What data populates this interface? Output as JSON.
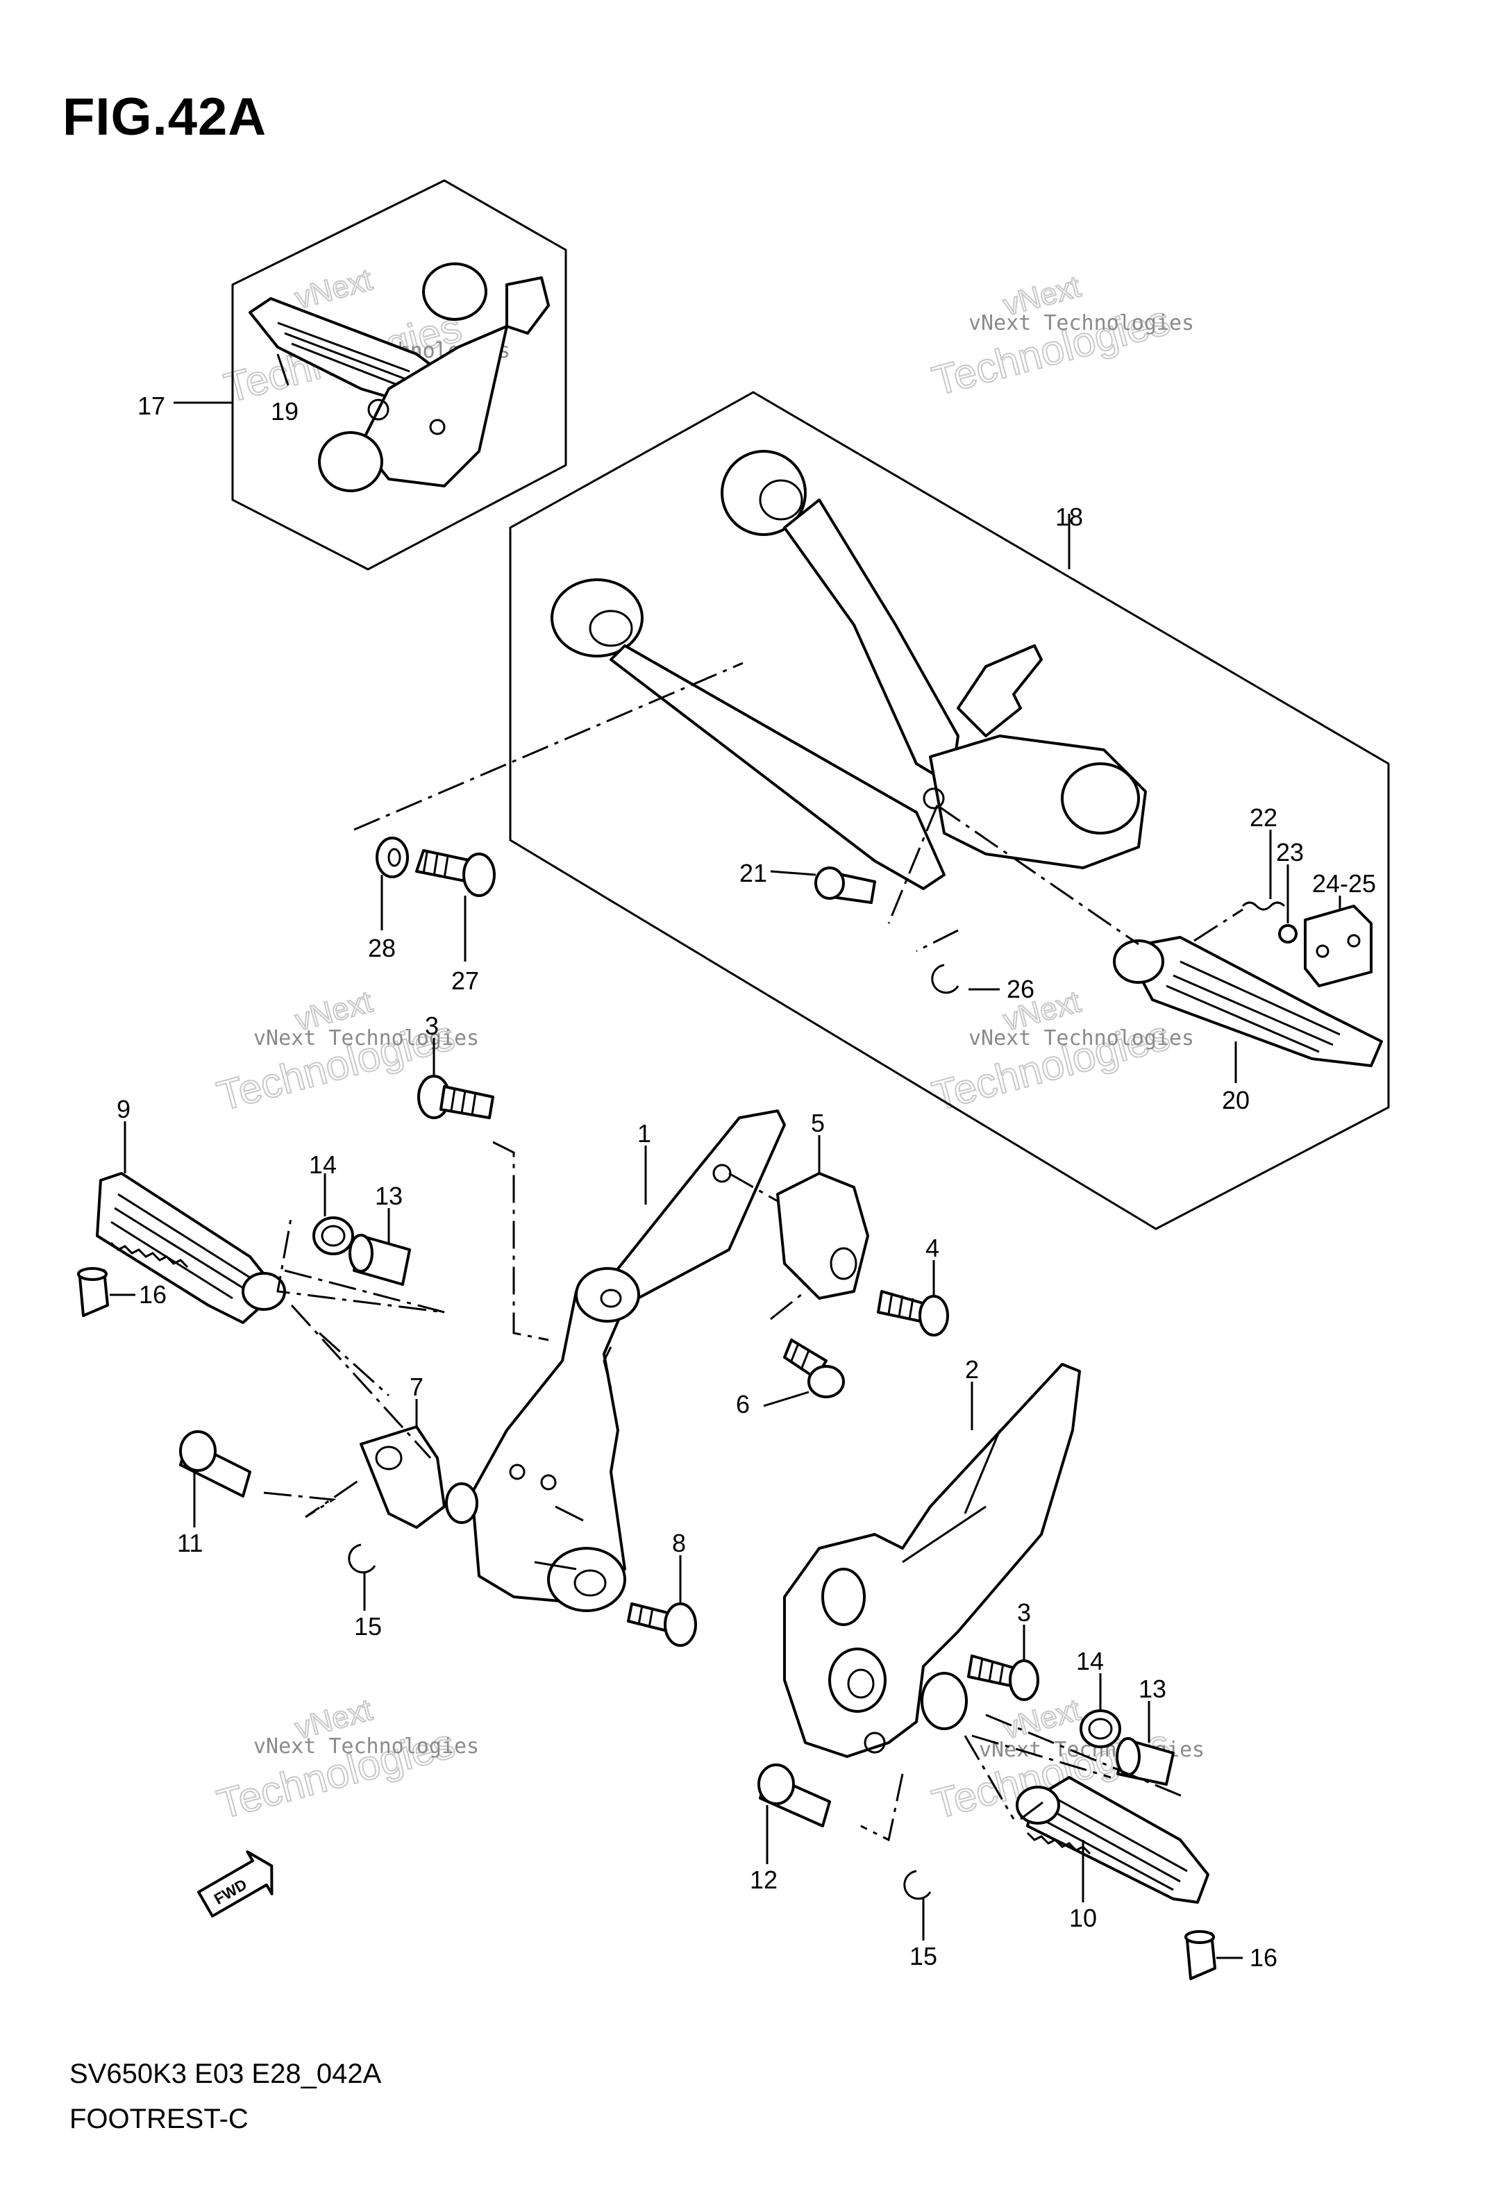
{
  "figure": {
    "title": "FIG.42A",
    "code": "SV650K3 E03 E28_042A",
    "name": "FOOTREST-C"
  },
  "watermark": {
    "line1": "vNext Technologies",
    "line2": "Technologies",
    "line3": "vNext"
  },
  "fwd_arrow_label": "FWD",
  "callouts": {
    "c1": "1",
    "c2": "2",
    "c3a": "3",
    "c3b": "3",
    "c4": "4",
    "c5": "5",
    "c6": "6",
    "c7": "7",
    "c8": "8",
    "c9": "9",
    "c10": "10",
    "c11": "11",
    "c12": "12",
    "c13a": "13",
    "c13b": "13",
    "c14a": "14",
    "c14b": "14",
    "c15a": "15",
    "c15b": "15",
    "c16a": "16",
    "c16b": "16",
    "c17": "17",
    "c18": "18",
    "c19": "19",
    "c20": "20",
    "c21": "21",
    "c22": "22",
    "c23": "23",
    "c24": "24-25",
    "c26": "26",
    "c27": "27",
    "c28": "28"
  }
}
